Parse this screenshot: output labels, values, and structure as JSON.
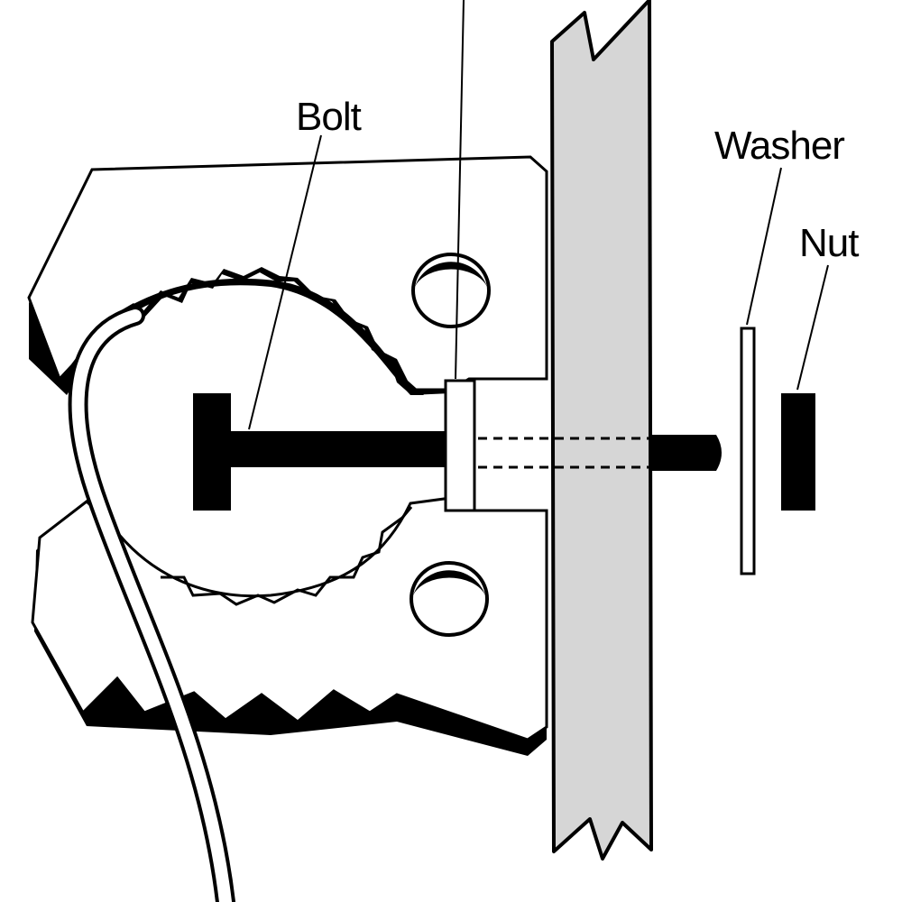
{
  "labels": {
    "bolt": "Bolt",
    "washer": "Washer",
    "nut": "Nut"
  },
  "colors": {
    "ink": "#000000",
    "paper": "#ffffff",
    "panel": "#d6d6d6"
  }
}
